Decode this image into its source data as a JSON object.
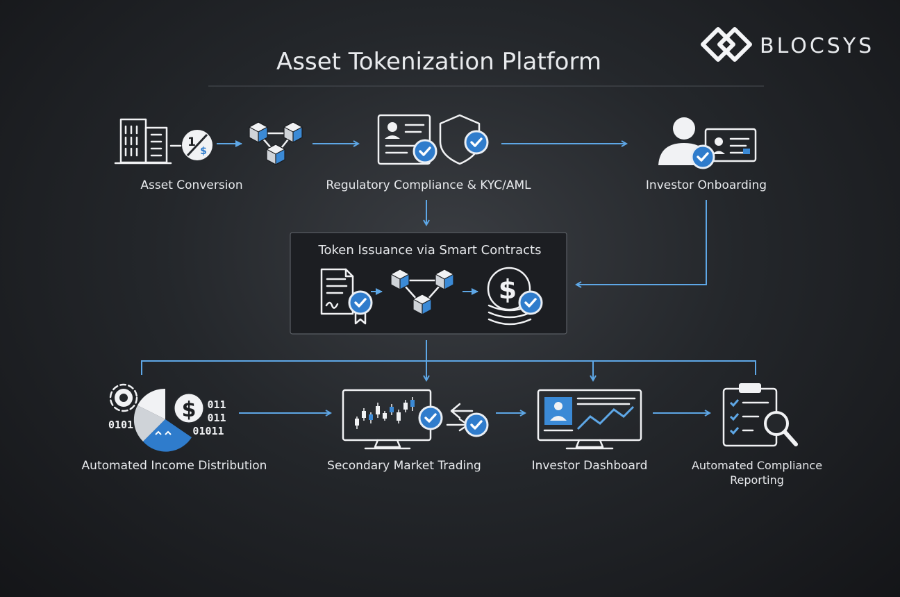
{
  "title": "Asset Tokenization Platform",
  "brand": {
    "name": "BLOCSYS",
    "logo_icon": "interlocked-diamond-logo"
  },
  "stages": {
    "asset_conversion": "Asset Conversion",
    "compliance": "Regulatory Compliance & KYC/AML",
    "onboarding": "Investor Onboarding",
    "issuance": "Token Issuance via Smart Contracts",
    "income": "Automated Income Distribution",
    "trading": "Secondary Market Trading",
    "dashboard": "Investor Dashboard",
    "reporting_line1": "Automated Compliance",
    "reporting_line2": "Reporting"
  },
  "glyphs": {
    "fraction_top": "1",
    "fraction_bottom": "$",
    "dollar": "$",
    "binary_left": "0101",
    "binary_right_1": "011",
    "binary_right_2": "011",
    "binary_right_3": "01011"
  },
  "colors": {
    "accent": "#3b8ad6",
    "arrow": "#5ea7e6",
    "background": "#24272b",
    "foreground": "#f1f2f4"
  }
}
